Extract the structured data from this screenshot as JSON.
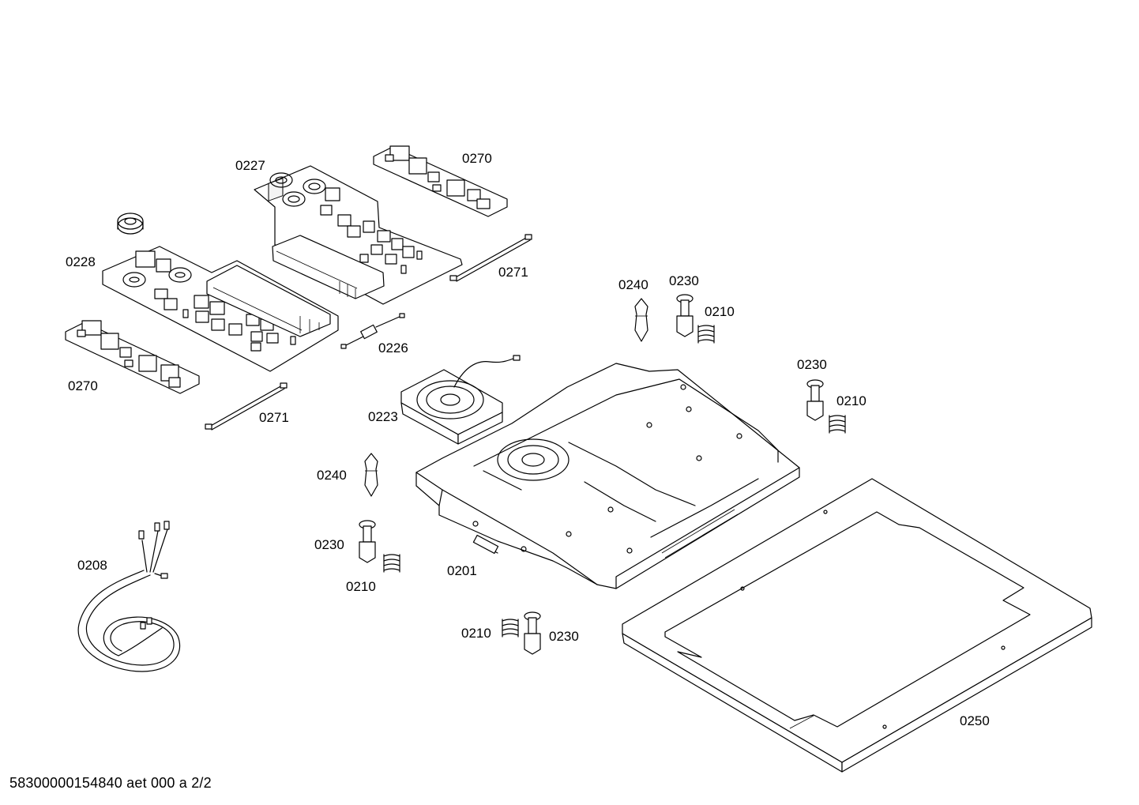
{
  "labels": {
    "l0227": "0227",
    "l0270a": "0270",
    "l0228": "0228",
    "l0271a": "0271",
    "l0226": "0226",
    "l0270b": "0270",
    "l0271b": "0271",
    "l0223": "0223",
    "l0240a": "0240",
    "l0230a": "0230",
    "l0210a": "0210",
    "l0230b": "0230",
    "l0210b": "0210",
    "l0240b": "0240",
    "l0230c": "0230",
    "l0210c": "0210",
    "l0201": "0201",
    "l0208": "0208",
    "l0210d": "0210",
    "l0230d": "0230",
    "l0250": "0250"
  },
  "footer": "58300000154840 aet 000 a 2/2"
}
